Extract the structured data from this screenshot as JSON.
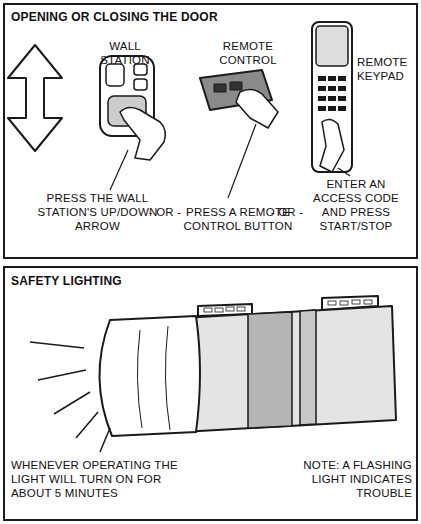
{
  "diagram": {
    "nodes": [
      {
        "text": [
          "OPENING OR CLOSING THE DOOR",
          "WALL STATION",
          "REMOTE CONTROL",
          "REMOTE KEYPAD",
          "PRESS THE WALL STATION'S UP/DOWN ARROW",
          "- OR -",
          "PRESS A REMOTE CONTROL BUTTON",
          "- OR -",
          "ENTER AN ACCESS CODE AND PRESS START/STOP"
        ]
      },
      {
        "text": [
          "SAFETY LIGHTING",
          "WHENEVER OPERATING THE LIGHT WILL TURN ON FOR ABOUT 5 MINUTES",
          "NOTE: A FLASHING LIGHT INDICATES TROUBLE"
        ]
      }
    ]
  }
}
